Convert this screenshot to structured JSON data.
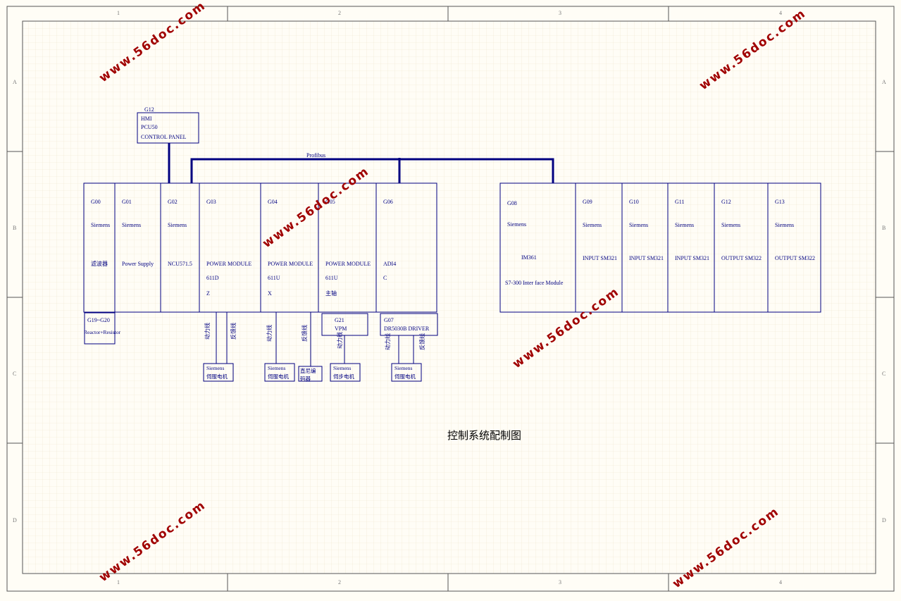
{
  "diagram_title": "控制系统配制图",
  "bus_label": "Profibus",
  "watermark": "www.56doc.com",
  "frame": {
    "columns": [
      "1",
      "2",
      "3",
      "4"
    ],
    "rows": [
      "A",
      "B",
      "C",
      "D"
    ]
  },
  "hmi": {
    "id": "G12",
    "lines": [
      "HMI",
      "PCU50",
      "CONTROL PANEL"
    ]
  },
  "rack_left": [
    {
      "id": "G00",
      "brand": "Siemens",
      "lines": [
        "滤波器"
      ]
    },
    {
      "id": "G01",
      "brand": "Siemens",
      "lines": [
        "Power Supply"
      ]
    },
    {
      "id": "G02",
      "brand": "Siemens",
      "lines": [
        "NCU571.5"
      ]
    },
    {
      "id": "G03",
      "brand": "",
      "lines": [
        "POWER MODULE",
        "611D",
        "Z"
      ]
    },
    {
      "id": "G04",
      "brand": "",
      "lines": [
        "POWER MODULE",
        "611U",
        "X"
      ]
    },
    {
      "id": "G05",
      "brand": "",
      "lines": [
        "POWER MODULE",
        "611U",
        "主轴"
      ]
    },
    {
      "id": "G06",
      "brand": "",
      "lines": [
        "ADI4",
        "C"
      ]
    }
  ],
  "rack_right": [
    {
      "id": "G08",
      "brand": "Siemens",
      "lines": [
        "IM361",
        "S7-300 Inter face Module"
      ]
    },
    {
      "id": "G09",
      "brand": "Siemens",
      "lines": [
        "INPUT SM321"
      ]
    },
    {
      "id": "G10",
      "brand": "Siemens",
      "lines": [
        "INPUT SM321"
      ]
    },
    {
      "id": "G11",
      "brand": "Siemens",
      "lines": [
        "INPUT SM321"
      ]
    },
    {
      "id": "G12",
      "brand": "Siemens",
      "lines": [
        "OUTPUT SM322"
      ]
    },
    {
      "id": "G13",
      "brand": "Siemens",
      "lines": [
        "OUTPUT SM322"
      ]
    }
  ],
  "aux": [
    {
      "id": "G19~G20",
      "lines": [
        "Reactor+Resistor"
      ]
    },
    {
      "id": "G21",
      "lines": [
        "VPM"
      ]
    },
    {
      "id": "G07",
      "lines": [
        "DR5030B DRIVER"
      ]
    }
  ],
  "motors": [
    {
      "brand": "Siemens",
      "name": "伺服电机"
    },
    {
      "brand": "Siemens",
      "name": "伺服电机"
    },
    {
      "brand": "",
      "name": "直尼编码器"
    },
    {
      "brand": "Siemens",
      "name": "伺步电机"
    },
    {
      "brand": "Siemens",
      "name": "伺服电机"
    }
  ],
  "cable_labels": {
    "power": "动力线",
    "feedback": "反馈线"
  }
}
